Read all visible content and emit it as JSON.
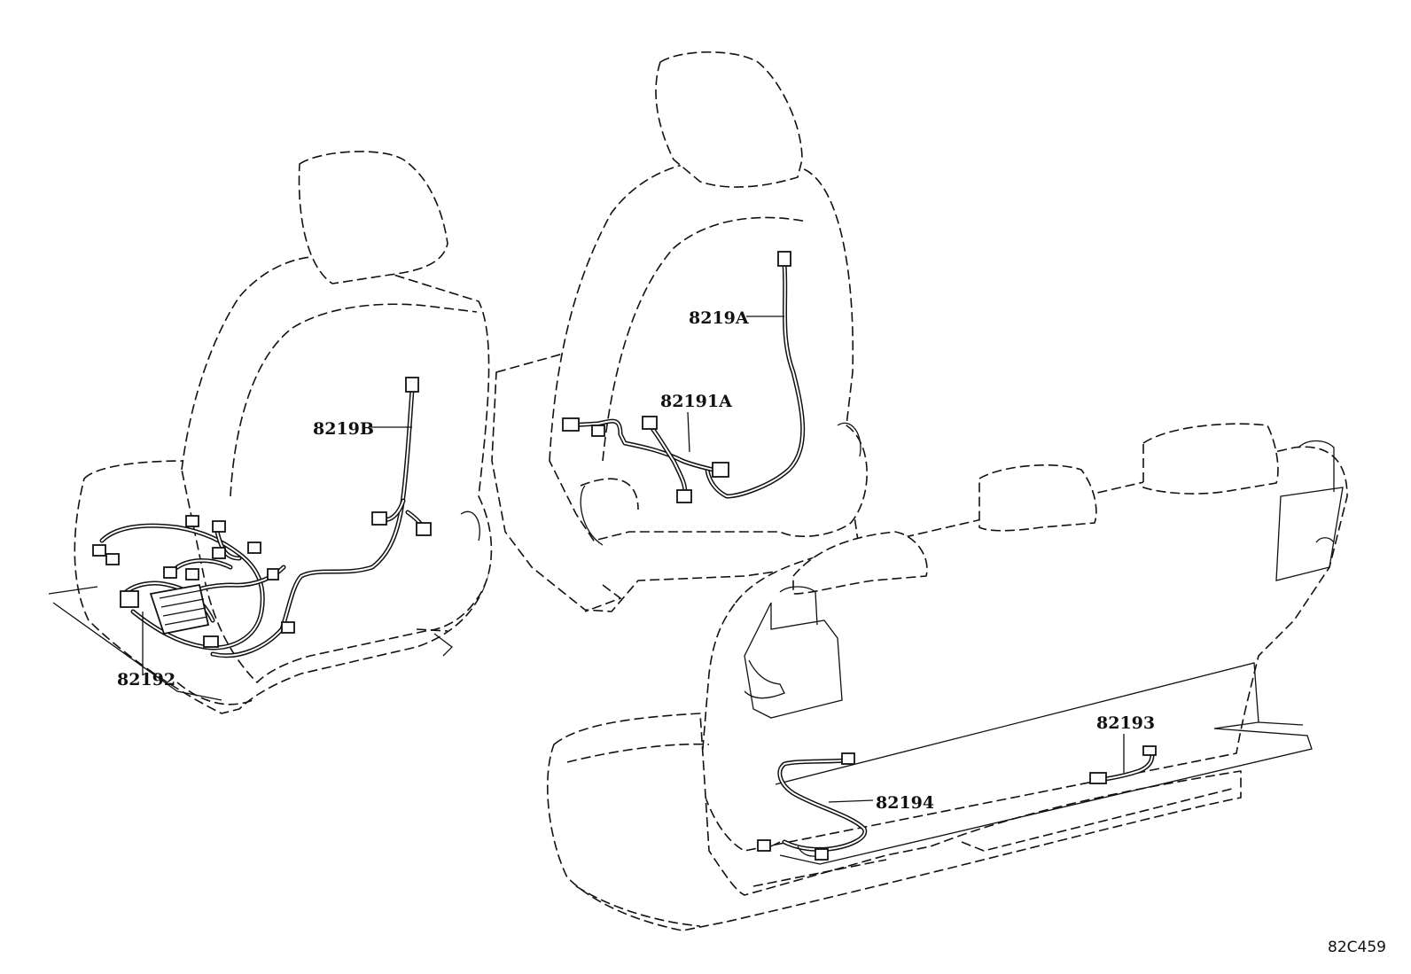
{
  "parts": {
    "front_left_seatback_harness": "8219B",
    "front_left_cushion_harness": "82192",
    "front_right_seatback_harness": "8219A",
    "front_right_cushion_harness": "82191A",
    "rear_seat_harness_right": "82193",
    "rear_seat_harness_left": "82194"
  },
  "illustration_code": "82C459"
}
